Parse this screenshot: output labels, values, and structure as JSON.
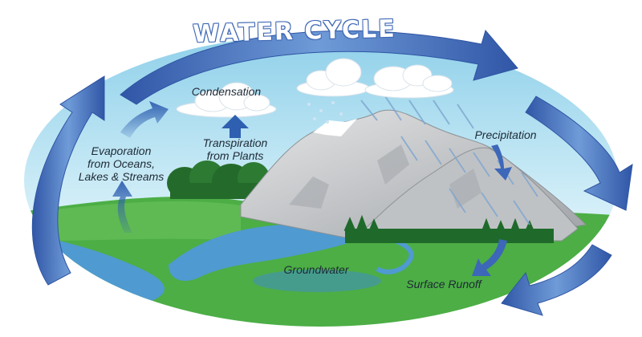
{
  "title": "WATER CYCLE",
  "labels": {
    "condensation": "Condensation",
    "transpiration": "Transpiration\nfrom Plants",
    "evaporation": "Evaporation\nfrom Oceans,\nLakes & Streams",
    "precipitation": "Precipitation",
    "groundwater": "Groundwater",
    "surface_runoff": "Surface Runoff"
  },
  "colors": {
    "sky": "#bfe6f4",
    "arrow": "#3d67b8",
    "grass": "#4cae45",
    "water": "#4f9ad0",
    "mountain": "#c9cbcd",
    "cloud": "#ffffff"
  }
}
